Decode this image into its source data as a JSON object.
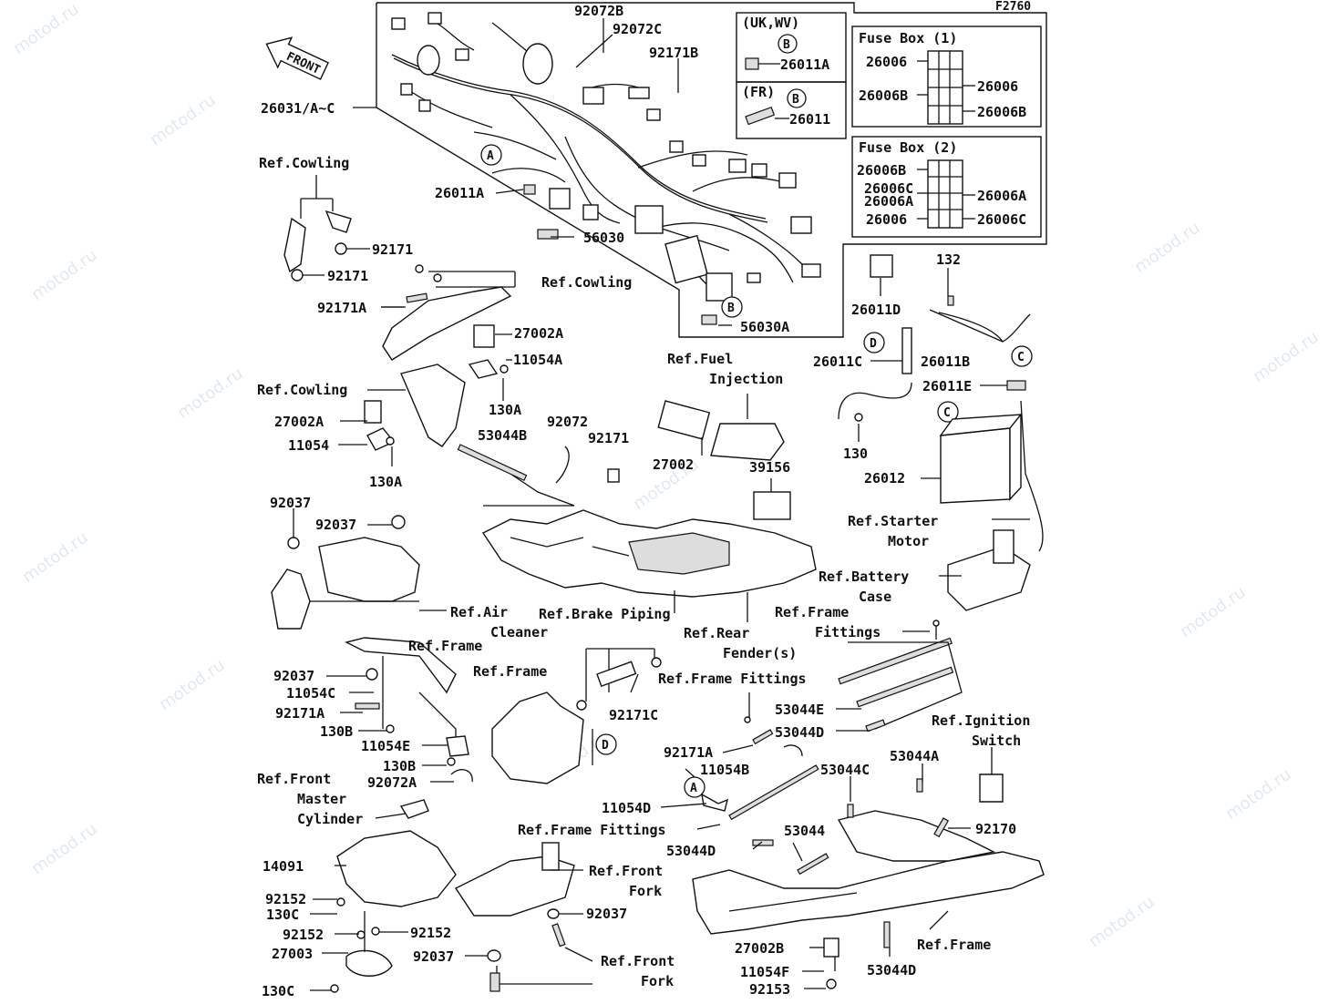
{
  "figure_code": "F2760",
  "front_arrow": "FRONT",
  "watermark": "motod.ru",
  "boxes": {
    "uk_wv": {
      "title": "(UK,WV)",
      "marker": "B",
      "part": "26011A"
    },
    "fr": {
      "title": "(FR)",
      "marker": "B",
      "part": "26011"
    },
    "fuse_box_1": {
      "title": "Fuse Box (1)",
      "left": [
        "26006",
        "26006B"
      ],
      "right": [
        "26006",
        "26006B"
      ]
    },
    "fuse_box_2": {
      "title": "Fuse Box (2)",
      "left": [
        "26006B",
        "26006C",
        "26006A",
        "26006"
      ],
      "right": [
        "26006A",
        "26006C"
      ]
    }
  },
  "markers": {
    "a1": "A",
    "b1": "B",
    "c1": "C",
    "c2": "C",
    "d1": "D",
    "d2": "D",
    "a2": "A"
  },
  "labels": {
    "l92072B": "92072B",
    "l92072C": "92072C",
    "l92171B": "92171B",
    "l26031": "26031/A~C",
    "lRefCowling1": "Ref.Cowling",
    "l26011A": "26011A",
    "l56030": "56030",
    "l92171a": "92171",
    "l92171b": "92171",
    "lRefCowling2": "Ref.Cowling",
    "l92171A": "92171A",
    "l27002A1": "27002A",
    "l11054A": "11054A",
    "l56030A": "56030A",
    "l26011D": "26011D",
    "l132": "132",
    "l26011B": "26011B",
    "l26011C": "26011C",
    "l26011E": "26011E",
    "lRefCowling3": "Ref.Cowling",
    "l130A1": "130A",
    "lRefFuel1": "Ref.Fuel",
    "lRefFuel2": "Injection",
    "l27002A2": "27002A",
    "l11054": "11054",
    "l53044B": "53044B",
    "l92072": "92072",
    "l92171c": "92171",
    "l130A2": "130A",
    "l27002": "27002",
    "l39156": "39156",
    "l130": "130",
    "l26012": "26012",
    "l92037a": "92037",
    "l92037b": "92037",
    "lRefStarter1": "Ref.Starter",
    "lRefStarter2": "Motor",
    "lRefBattery1": "Ref.Battery",
    "lRefBattery2": "Case",
    "lRefAir1": "Ref.Air",
    "lRefAir2": "Cleaner",
    "lRefBrake": "Ref.Brake Piping",
    "lRefFrameFit1a": "Ref.Frame",
    "lRefFrameFit1b": "Fittings",
    "lRefRear1": "Ref.Rear",
    "lRefRear2": "Fender(s)",
    "lRefFrame1": "Ref.Frame",
    "lRefFrame2": "Ref.Frame",
    "l92037c": "92037",
    "l11054C": "11054C",
    "l92171A2": "92171A",
    "l130B1": "130B",
    "l11054E": "11054E",
    "l130B2": "130B",
    "l92072A": "92072A",
    "lRefFrameFit2": "Ref.Frame Fittings",
    "l92171C": "92171C",
    "l53044E": "53044E",
    "l53044D1": "53044D",
    "lRefIgn1": "Ref.Ignition",
    "lRefIgn2": "Switch",
    "l53044A": "53044A",
    "l92171A3": "92171A",
    "l11054B": "11054B",
    "l53044C": "53044C",
    "lRefFrontMaster1": "Ref.Front",
    "lRefFrontMaster2": "Master",
    "lRefFrontMaster3": "Cylinder",
    "l11054D": "11054D",
    "lRefFrameFit3": "Ref.Frame Fittings",
    "l53044": "53044",
    "l53044D2": "53044D",
    "l92170": "92170",
    "l14091": "14091",
    "lRefFrontFork1a": "Ref.Front",
    "lRefFrontFork1b": "Fork",
    "l92152a": "92152",
    "l130C1": "130C",
    "l92037d": "92037",
    "l92152b": "92152",
    "l92152c": "92152",
    "l27003": "27003",
    "l92037e": "92037",
    "lRefFrontFork2a": "Ref.Front",
    "lRefFrontFork2b": "Fork",
    "l27002B": "27002B",
    "lRefFrame3": "Ref.Frame",
    "l53044D3": "53044D",
    "l11054F": "11054F",
    "l92153": "92153",
    "l130C2": "130C"
  }
}
